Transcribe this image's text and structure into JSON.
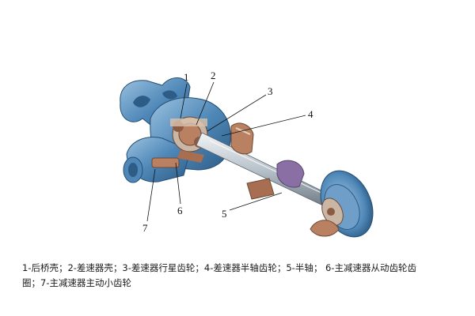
{
  "labels": [
    {
      "id": "1",
      "text": "1"
    },
    {
      "id": "2",
      "text": "2"
    },
    {
      "id": "3",
      "text": "3"
    },
    {
      "id": "4",
      "text": "4"
    },
    {
      "id": "5",
      "text": "5"
    },
    {
      "id": "6",
      "text": "6"
    },
    {
      "id": "7",
      "text": "7"
    }
  ],
  "caption": {
    "line1": "1-后桥壳；2-差速器壳；3-差速器行星齿轮；4-差速器半轴齿轮；5-半轴；  6-主减速器从动齿轮齿",
    "line2": "圈；7-主减速器主动小齿轮"
  },
  "colors": {
    "housing": "#4f88b8",
    "housing_light": "#8fb7d8",
    "housing_dark": "#2d5c86",
    "brake_disc": "#5a8fc0",
    "shaft": "#cfd6dc",
    "gear_brown": "#b98062",
    "spring_purple": "#8a6fa5",
    "leader": "#111111"
  },
  "icons": [
    "rear-axle-assembly-illustration"
  ]
}
